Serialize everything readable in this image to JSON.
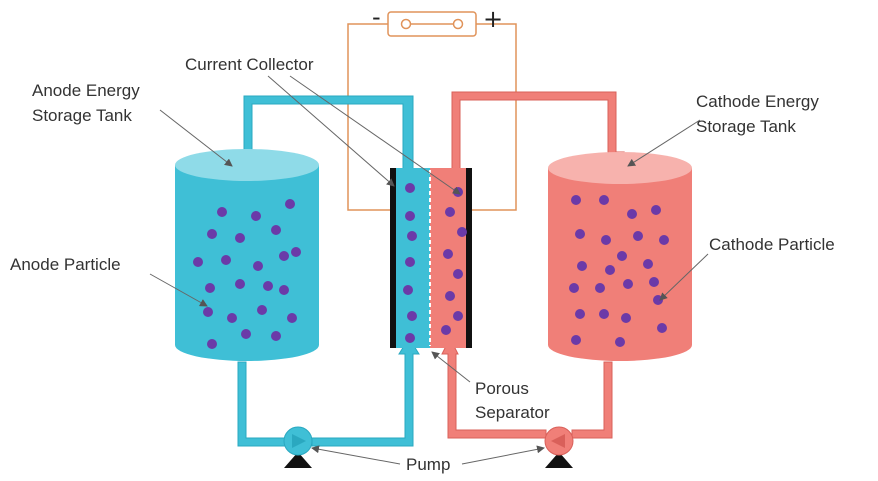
{
  "labels": {
    "anode_tank_line1": "Anode Energy",
    "anode_tank_line2": "Storage Tank",
    "current_collector": "Current Collector",
    "cathode_tank_line1": "Cathode Energy",
    "cathode_tank_line2": "Storage Tank",
    "anode_particle": "Anode Particle",
    "cathode_particle": "Cathode Particle",
    "porous_line1": "Porous",
    "porous_line2": "Separator",
    "pump": "Pump",
    "battery_minus": "-",
    "battery_plus": "+"
  },
  "colors": {
    "anode_fill": "#3fbfd6",
    "anode_top": "#8fdbe8",
    "anode_dark": "#2aa8c0",
    "cathode_fill": "#f07f78",
    "cathode_top": "#f7b2ad",
    "cathode_dark": "#d9605a",
    "particle": "#6b3aa8",
    "wire": "#e0935a",
    "collector": "#111111"
  },
  "icons": {
    "battery": "battery-icon",
    "anode_pump": "pump-icon",
    "cathode_pump": "pump-icon"
  }
}
